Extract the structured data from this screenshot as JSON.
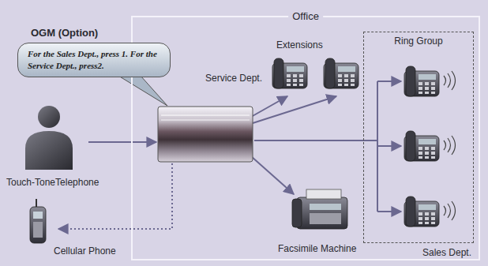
{
  "diagram": {
    "nodes": [
      {
        "text": [
          "Office"
        ]
      },
      {
        "text": [
          "OGM (Option)",
          "For the Sales Dept., press 1. For the Service Dept., press2."
        ]
      },
      {
        "text": [
          "Ring Group",
          "Sales Dept."
        ],
        "in": 0
      }
    ],
    "labels": [
      "Extensions",
      "Service Dept.",
      "Touch-ToneTelephone",
      "Facsimile Machine",
      "Cellular Phone"
    ]
  }
}
